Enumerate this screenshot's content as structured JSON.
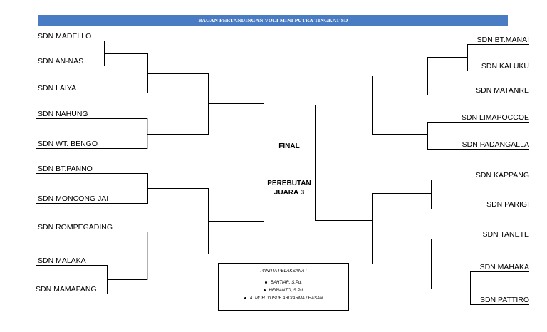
{
  "title": "BAGAN PERTANDINGAN VOLI MINI PUTRA TINGKAT SD",
  "left_teams": [
    "SDN MADELLO",
    "SDN AN-NAS",
    "SDN LAIYA",
    "SDN NAHUNG",
    "SDN WT. BENGO",
    "SDN BT.PANNO",
    "SDN MONCONG JAI",
    "SDN ROMPEGADING",
    "SDN MALAKA",
    "SDN MAMAPANG"
  ],
  "right_teams": [
    "SDN BT.MANAI",
    "SDN KALUKU",
    "SDN MATANRE",
    "SDN LIMAPOCCOE",
    "SDN PADANGALLA",
    "SDN KAPPANG",
    "SDN PARIGI",
    "SDN TANETE",
    "SDN MAHAKA",
    "SDN PATTIRO"
  ],
  "center": {
    "final_label": "FINAL",
    "third_place_line1": "PEREBUTAN",
    "third_place_line2": "JUARA 3"
  },
  "committee": {
    "title": "PANITIA PELAKSANA :",
    "members": [
      "BAHTIAR, S.Pd.",
      "HERIANTO, S.Pd.",
      "A. MUH. YUSUF ABDIARMA / HASAN"
    ]
  },
  "colors": {
    "banner": "#4a7cc4",
    "line": "#000000",
    "gray_connector": "#b0b0b0"
  }
}
